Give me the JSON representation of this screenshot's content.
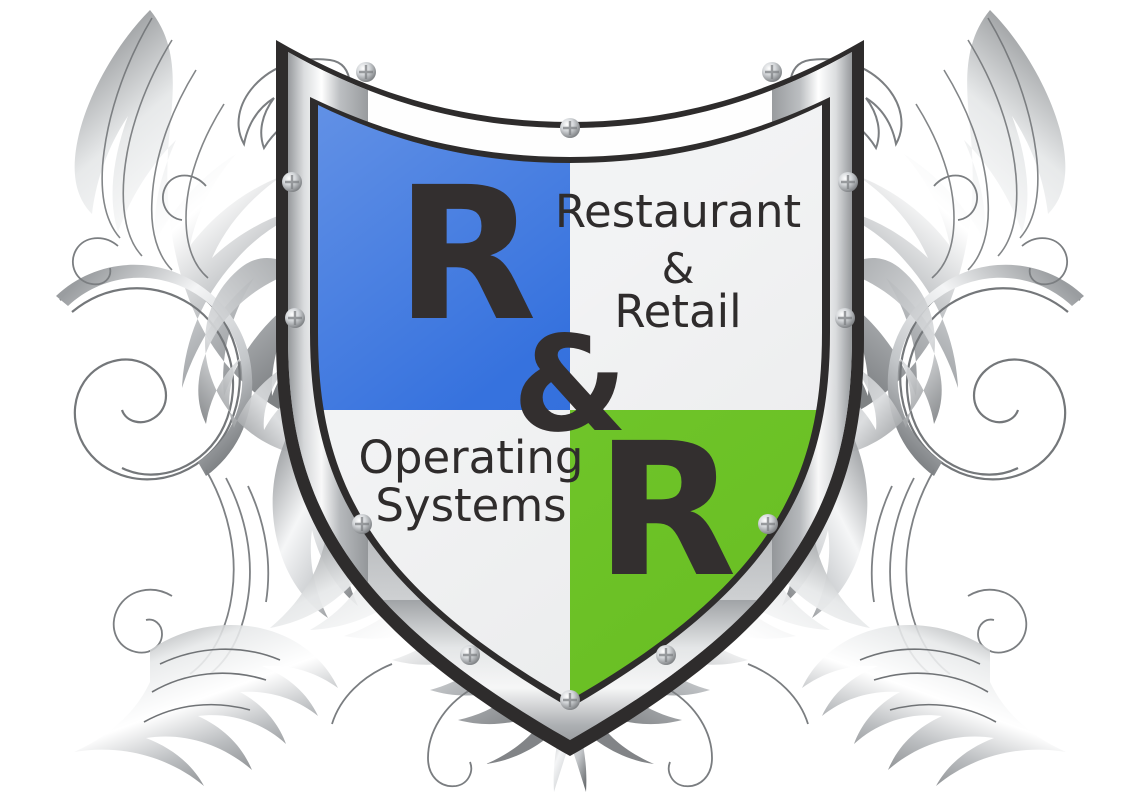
{
  "logo": {
    "name": "R&R Operating Systems shield emblem",
    "brand_full": "Restaurant & Retail Operating Systems",
    "background_color": "#ffffff",
    "quadrants": {
      "top_left": {
        "id": "quadrant-top-left",
        "fill": "#2f6ddd",
        "content_kind": "letter",
        "text": "R"
      },
      "top_right": {
        "id": "quadrant-top-right",
        "fill": "#f1f2f3",
        "content_kind": "words",
        "line1": "Restaurant",
        "line2": "&",
        "line3": "Retail"
      },
      "bottom_left": {
        "id": "quadrant-bottom-left",
        "fill": "#f1f2f3",
        "content_kind": "words",
        "line1": "Operating",
        "line2": "Systems"
      },
      "bottom_right": {
        "id": "quadrant-bottom-right",
        "fill": "#6cc424",
        "content_kind": "letter",
        "text": "R"
      }
    },
    "center_ampersand": "&",
    "colors": {
      "blue": "#2f6ddd",
      "green": "#6cc424",
      "offwhite": "#f1f2f3",
      "text_dark": "#2f2c2c",
      "outline_dark": "#2e2c2c",
      "silver_light": "#ffffff",
      "silver_mid": "#c9cbcd",
      "silver_dark": "#8d9093",
      "rivet": "#b9bcbf"
    },
    "ornament": {
      "name": "acanthus-scrollwork",
      "style": "silver filigree flourish",
      "sides": [
        "left",
        "right",
        "bottom-center"
      ]
    },
    "rivet_count": 12
  }
}
